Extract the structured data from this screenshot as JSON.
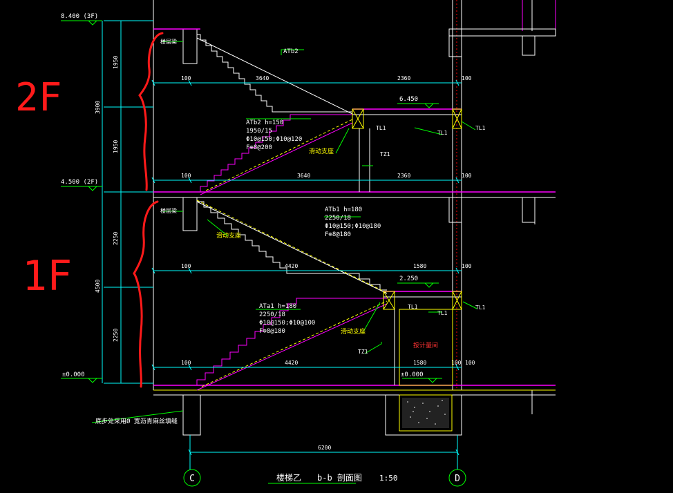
{
  "colors": {
    "background": "#000000",
    "wall": "#ffffff",
    "slab": "#ff00ff",
    "dimension": "#00ff00",
    "axis": "#00ffff",
    "stair": "#ffffff",
    "yellow": "#ffff00",
    "annotation": "#ff0000",
    "beam": "#ffff00",
    "rebar_text": "#ffffff"
  },
  "levels": {
    "l3f": "8.400  (3F)",
    "l2f": "4.500  (2F)",
    "l0": "±0.000",
    "l0_right": "±0.000",
    "landing_upper": "6.450",
    "landing_lower": "2.250"
  },
  "vertical_dims": {
    "upper_a": "1950",
    "upper_b": "1950",
    "upper_total": "3900",
    "lower_a": "2250",
    "lower_b": "2250",
    "lower_total": "4500"
  },
  "horizontal_dims": {
    "r1_left": "100",
    "r1_run": "3640",
    "r1_land": "2360",
    "r1_right": "100",
    "r2_left": "100",
    "r2_run": "3640",
    "r2_land": "2360",
    "r2_right": "100",
    "r3_left": "100",
    "r3_run": "4420",
    "r3_land": "1580",
    "r3_right": "100",
    "r4_left": "100",
    "r4_run": "4420",
    "r4_land": "1580",
    "r4_right1": "100",
    "r4_right2": "100",
    "overall": "6200"
  },
  "stair_labels": {
    "atb2_top": "ATb2",
    "atb2_spec": [
      "ATb2  h=150",
      "1950/15",
      "Φ10@150;Φ10@120",
      "F⊕8@200"
    ],
    "atb1_upper": [
      "ATb1  h=180",
      "2250/18",
      "Φ10@150;Φ10@180",
      "F⊕8@180"
    ],
    "atb1_lower": [
      "ATa1  h=180",
      "2250/18",
      "Φ10@150;Φ10@100",
      "F⊕8@180"
    ],
    "slide_support_1": "滑动支座",
    "slide_support_2": "滑动支座",
    "slide_support_3": "滑动支座",
    "beam_tl1_a": "TL1",
    "beam_tl1_b": "TL1",
    "beam_tl1_c": "TL1",
    "beam_tl1_d": "TL1",
    "beam_tl1_e": "TL1",
    "beam_tl1_f": "TL1",
    "tz1_upper": "TZ1",
    "tz1_lower": "TZ1",
    "floor_beam_upper": "楼层梁",
    "floor_beam_lower": "楼层梁",
    "design_note": "按计量间",
    "bottom_note": "底步处采用Ø 宽沥青麻丝填缝"
  },
  "axes": {
    "left": "C",
    "right": "D"
  },
  "title": {
    "name": "楼梯乙",
    "section": "b-b 剖面图",
    "scale": "1:50"
  },
  "handwritten": {
    "upper_floor": "2F",
    "lower_floor": "1F"
  }
}
